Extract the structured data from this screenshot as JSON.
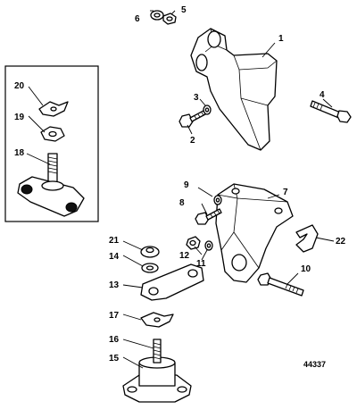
{
  "diagram": {
    "figure_number": "44337",
    "callouts": [
      "1",
      "2",
      "3",
      "4",
      "5",
      "6",
      "7",
      "8",
      "9",
      "10",
      "11",
      "12",
      "13",
      "14",
      "15",
      "16",
      "17",
      "18",
      "19",
      "20",
      "21",
      "22"
    ]
  }
}
